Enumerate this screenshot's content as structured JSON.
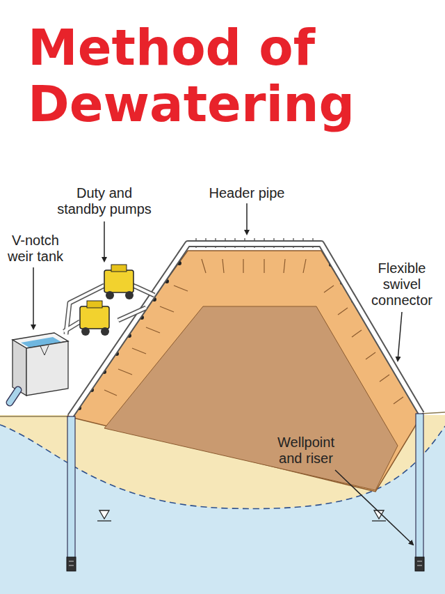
{
  "diagram": {
    "title": "Method of Dewatering",
    "labels": [
      "Duty and standby pumps",
      "Header pipe",
      "V-notch weir tank",
      "Flexible swivel connector",
      "Wellpoint and riser"
    ]
  }
}
